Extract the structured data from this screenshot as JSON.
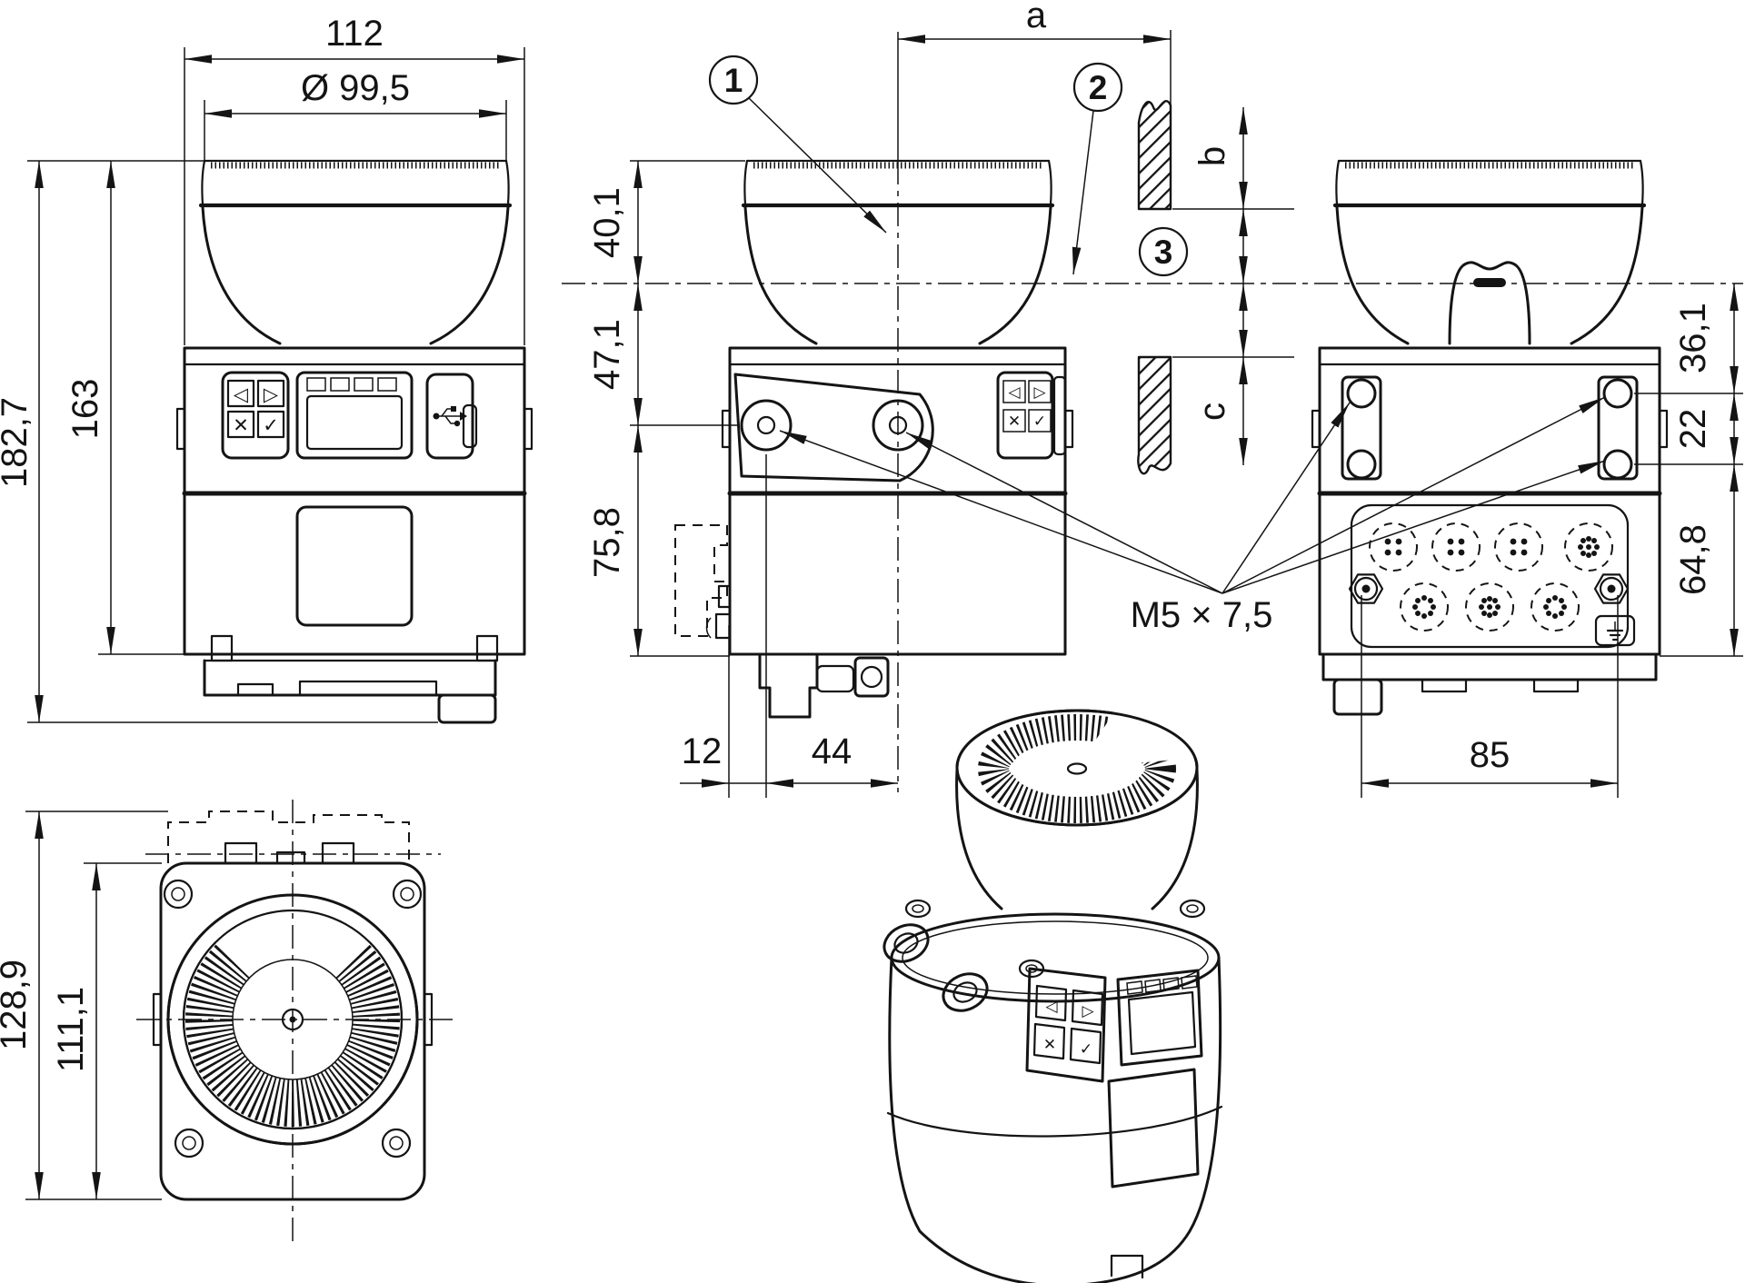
{
  "views": {
    "front": {
      "dims": {
        "width": "112",
        "dome_diameter": "Ø 99,5",
        "height_total": "182,7",
        "height_device": "163"
      }
    },
    "side": {
      "dims": {
        "top_to_scan_plane": "40,1",
        "scan_plane_to_mount_axis": "47,1",
        "mount_axis_to_bottom": "75,8",
        "edge_to_mount_axis": "12",
        "mount_axis_to_center": "44",
        "distance_a": "a",
        "distance_b": "b",
        "distance_c": "c"
      },
      "callouts": {
        "c1": "1",
        "c2": "2",
        "c3": "3"
      },
      "thread_note": "M5 × 7,5"
    },
    "rear": {
      "dims": {
        "scan_plane_to_top_hole": "36,1",
        "hole_spacing_vertical": "22",
        "bottom_hole_to_base": "64,8",
        "hole_spacing_horizontal": "85"
      }
    },
    "top": {
      "dims": {
        "depth_with_bracket": "128,9",
        "depth_body": "111,1"
      }
    }
  },
  "device_panel": {
    "icons": {
      "left": "◁",
      "right": "▷",
      "cancel": "✕",
      "confirm": "✓"
    }
  }
}
